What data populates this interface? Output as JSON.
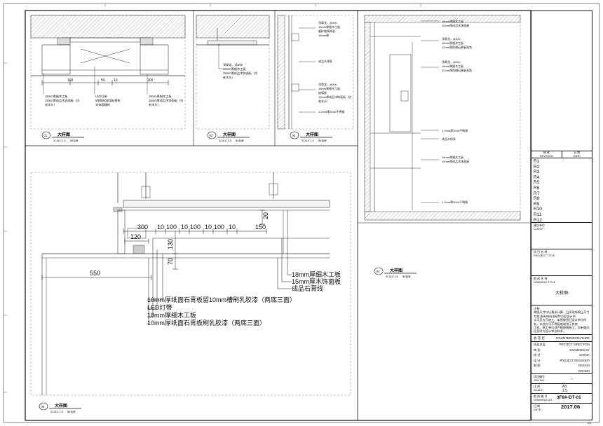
{
  "details": {
    "d01": {
      "num": "01",
      "title": "大样图",
      "scale": "SCALE 1:5",
      "ref": "B#包房",
      "notes": [
        "18mm厚细木工板",
        "15mm厚成品木饰面板（仿",
        "老木头）"
      ],
      "notes_b": [
        "LED灯带",
        "5厚钢化玻璃贴壁纸",
        "木饰面雕刻"
      ],
      "notes_c": [
        "18mm厚细木工板",
        "15mm厚成品木饰面板（仿",
        "老木头）"
      ],
      "dims": [
        "100",
        "50",
        "10",
        "100"
      ]
    },
    "d02": {
      "num": "02",
      "title": "大样图",
      "scale": "SCALE 1:5",
      "ref": "B#包房",
      "notes": [
        "顶骨龙，@400",
        "18mm厚细木工板",
        "15mm厚成品木饰面板（仿",
        "老木头）"
      ]
    },
    "d03": {
      "num": "03",
      "title": "大样图",
      "scale": "SCALE 1:5",
      "ref": "B#包房",
      "notes": [
        "顶骨龙，@400",
        "18mm厚细木工板",
        "磨砂玻璃饰面",
        "15mm厚",
        "成品木线条",
        "顶骨龙，@400",
        "18mm厚细木工板",
        "玻璃胶",
        "15mm厚成品木饰面板（仿",
        "老木头）",
        "1.2mm厚304#不锈钢"
      ]
    },
    "d04": {
      "num": "04",
      "title": "大样图",
      "scale": "SCALE 1:5",
      "ref": "B#包房",
      "notes": [
        "18mm厚细木工板",
        "15mm厚成品木饰面板",
        "顶骨龙，@400",
        "18mm厚细木工板",
        "12mm厚防晒石膏板贴饰",
        "顶骨龙，@400",
        "18mm厚细木工板",
        "12mm厚防晒石膏板贴饰",
        "1.2mm厚304#不锈钢",
        "成品木线条",
        "18mm厚细木工板",
        "15mm厚成品木饰面板",
        "1.2mm厚304#不锈钢"
      ]
    },
    "d05": {
      "num": "05",
      "title": "大样图",
      "scale": "SCALE 1:5",
      "ref": "B#包房",
      "dims_top": [
        "300",
        "10",
        "100",
        "10",
        "100",
        "10",
        "100",
        "10",
        "150"
      ],
      "dims_side": [
        "20",
        "120",
        "130",
        "70",
        "550"
      ],
      "notes_right": [
        "18mm厚细木工板",
        "15mm厚木饰面板",
        "成品石膏线"
      ],
      "notes_left": [
        "10mm厚纸面石膏板留10mm槽刷乳胶漆（两底三面）",
        "LED灯带",
        "18mm厚细木工板",
        "10mm厚纸面石膏板刷乳胶漆（两底三面）"
      ]
    }
  },
  "title_block": {
    "revision_cn": "修 改",
    "revision_en": "REVISION",
    "date_cn": "日 期",
    "date_en": "DATE",
    "revisions": [
      "R1",
      "R2",
      "R3",
      "R4",
      "R5",
      "R6",
      "R7",
      "R8",
      "R9",
      "R10",
      "R11",
      "R12"
    ],
    "client_cn": "建设单位",
    "client_en": "CLIENT :",
    "project_cn": "项 目 名 称",
    "project_en": "PROJECT TITLE :",
    "drawing_title_cn": "图 纸 名 称",
    "drawing_title_en": "DRAWING TITLE :",
    "drawing_title": "大样图",
    "notes_head": "注释:",
    "notes": [
      "本图尺寸均以毫米计算，且须现场校正尺寸为准,所有材料须经甲方及设计师",
      "认可后方可施工。本图版权归设计单位所有，未经许可不得复制或用于其他",
      "工程。施工单位须严格按图施工，如有疑问应及时与设计单位联系。"
    ],
    "sign_cn": "会 签 栏",
    "sign_en": "COUNTERSIGNATURE",
    "sign_rows": [
      [
        "项目总监",
        "PROJECT DIRECTION"
      ],
      [
        "审 核",
        "EXAMINED BY"
      ],
      [
        "校 对",
        "CHECK"
      ],
      [
        "设 计",
        "PROJECT DESIGNER"
      ],
      [
        "制 图",
        "DESIGN"
      ],
      [
        "",
        "DRAWN"
      ]
    ],
    "job_no_cn": "项目编号",
    "job_no_en": "JOB NO. :",
    "job_no": "--",
    "scale_cn": "比 例",
    "scale_en": "SCALE :",
    "paper": "A3",
    "scale_val": "1:5",
    "dwg_no_cn": "图 纸 编 号",
    "dwg_no_en": "DRAWING NO. :",
    "dwg_no": "3F8#-DT-01",
    "date_label_cn": "日 期",
    "date_label_en": "DATE :",
    "date": "2017.06",
    "sheet_size": "A3"
  }
}
